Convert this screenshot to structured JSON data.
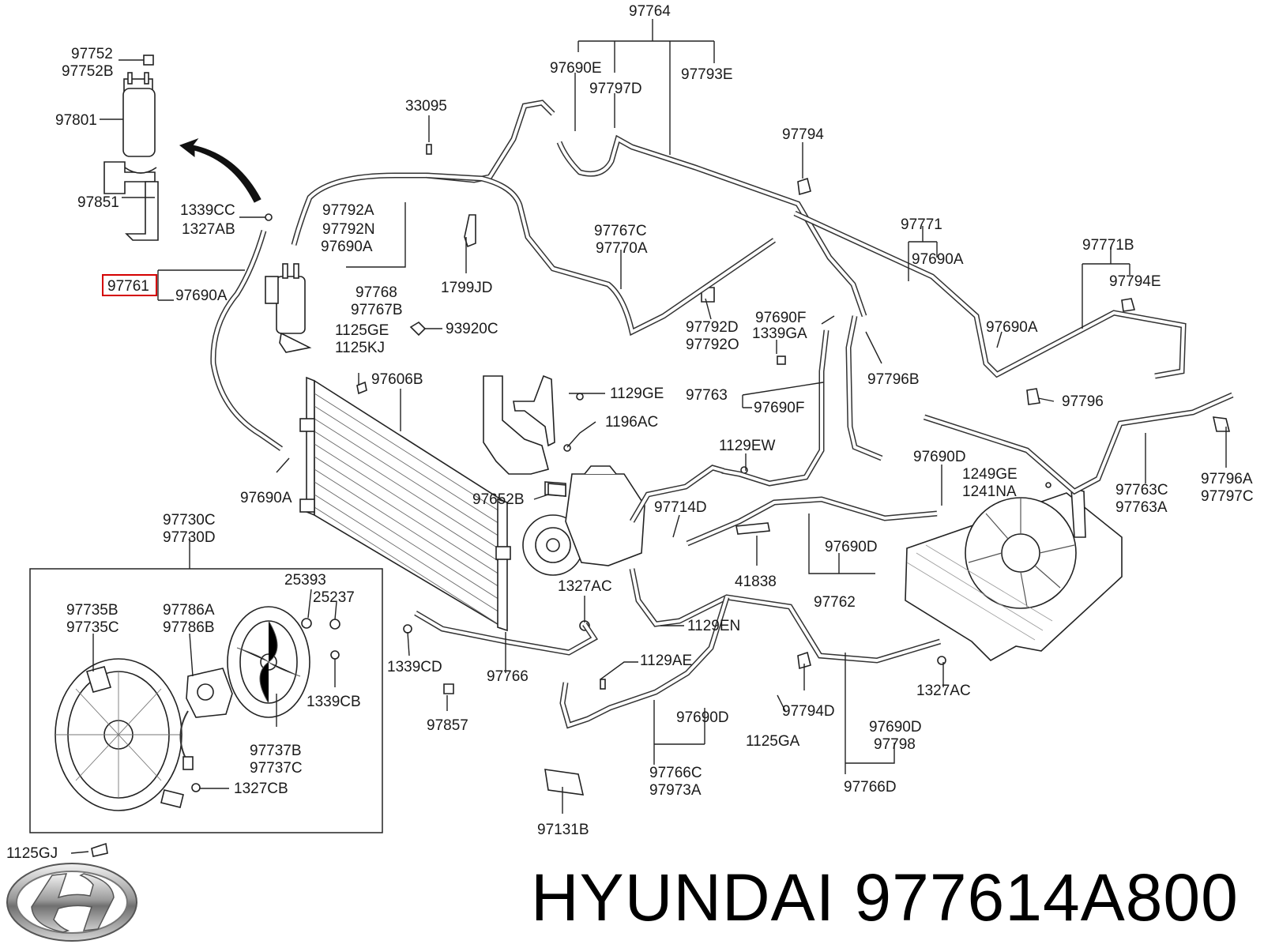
{
  "brand": {
    "name": "HYUNDAI",
    "part_number": "977614A800"
  },
  "highlight_label": "97761",
  "callouts": [
    "97764",
    "97690E",
    "97797D",
    "97793E",
    "97752",
    "97752B",
    "97801",
    "97851",
    "33095",
    "97794",
    "1339CC",
    "1327AB",
    "97792A",
    "97792N",
    "97690A",
    "97767C",
    "97770A",
    "97771",
    "97690A",
    "97771B",
    "97794E",
    "97690A",
    "1799JD",
    "97768",
    "97767B",
    "1125GE",
    "1125KJ",
    "93920C",
    "97792D",
    "97792O",
    "97690F",
    "1339GA",
    "97796B",
    "97796",
    "97606B",
    "1129GE",
    "97763",
    "97690F",
    "1196AC",
    "1129EW",
    "97690D",
    "1249GE",
    "1241NA",
    "97763C",
    "97763A",
    "97796A",
    "97797C",
    "97690A",
    "97652B",
    "97714D",
    "97690D",
    "41838",
    "97762",
    "97730C",
    "97730D",
    "25393",
    "25237",
    "97735B",
    "97735C",
    "97786A",
    "97786B",
    "1327AC",
    "1129EN",
    "1339CD",
    "97766",
    "1129AE",
    "1327AC",
    "1339CB",
    "97737B",
    "97737C",
    "97857",
    "97690D",
    "97794D",
    "1125GA",
    "97690D",
    "97798",
    "1327CB",
    "97766C",
    "97973A",
    "97766D",
    "97131B",
    "1125GJ"
  ]
}
